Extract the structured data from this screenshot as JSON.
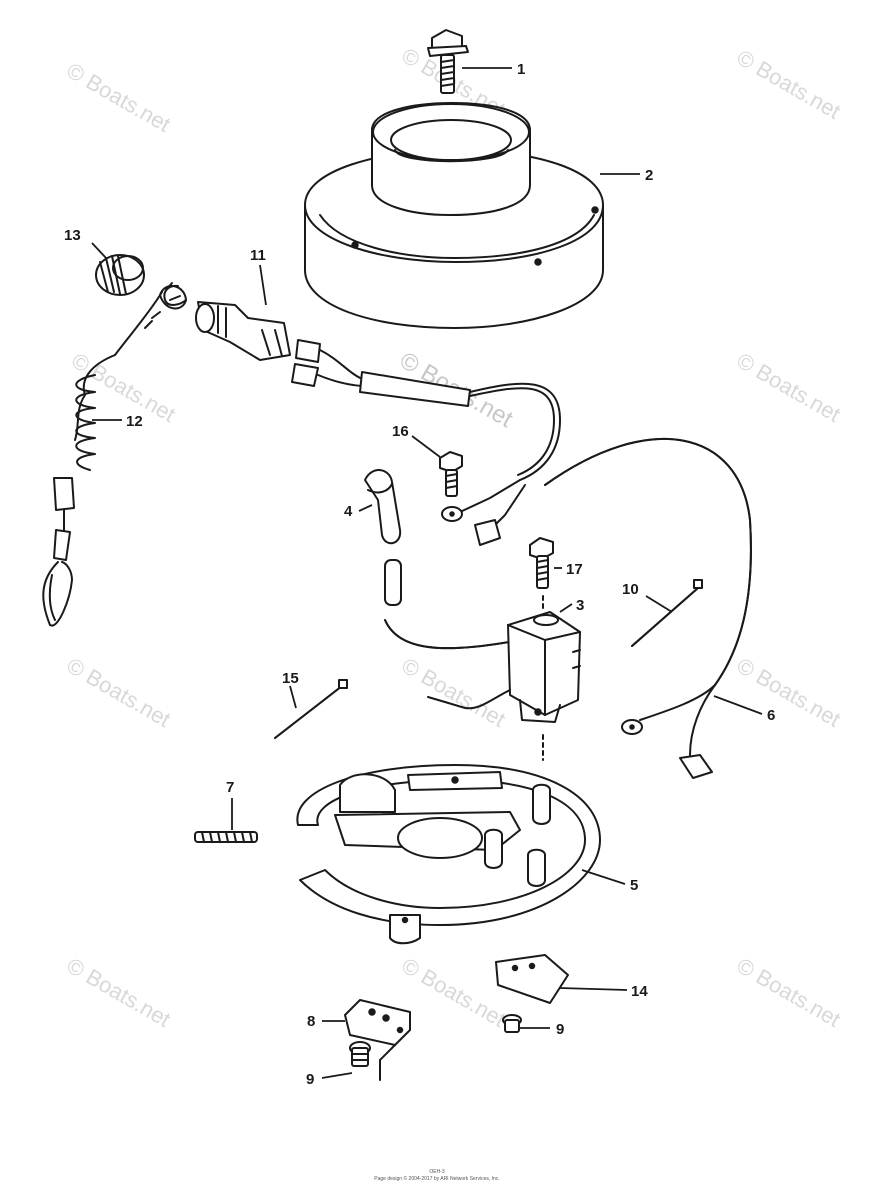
{
  "watermark": "© Boats.net",
  "footer": {
    "line1": "OEH-3",
    "line2": "Page design © 2004-2017 by ARI Network Services, Inc."
  },
  "callouts": {
    "p1": "1",
    "p2": "2",
    "p3": "3",
    "p4": "4",
    "p5": "5",
    "p6": "6",
    "p7": "7",
    "p8": "8",
    "p9a": "9",
    "p9b": "9",
    "p10": "10",
    "p11": "11",
    "p12": "12",
    "p13": "13",
    "p14": "14",
    "p15": "15",
    "p16": "16",
    "p17": "17"
  }
}
